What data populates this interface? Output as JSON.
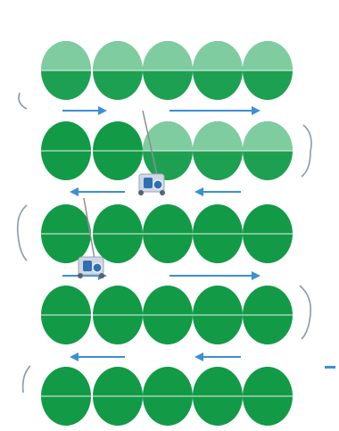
{
  "grid": {
    "rows": [
      {
        "plots": [
          "partial",
          "partial",
          "partial",
          "partial",
          "partial"
        ]
      },
      {
        "plots": [
          "full",
          "full",
          "partial",
          "partial",
          "partial"
        ]
      },
      {
        "plots": [
          "full",
          "full",
          "full",
          "full",
          "full"
        ]
      },
      {
        "plots": [
          "full",
          "full",
          "full",
          "full",
          "full"
        ]
      },
      {
        "plots": [
          "full",
          "full",
          "full",
          "full",
          "full"
        ]
      }
    ]
  },
  "path": {
    "directions": [
      "right",
      "left",
      "right",
      "left"
    ]
  },
  "colors": {
    "full": "#129a47",
    "partial_top": "#7fcca0",
    "partial_bottom": "#1ea052",
    "divider": "#e8f5ec",
    "arrow": "#3b8fd6",
    "bracket": "#8a9aa8",
    "device_body": "#2e6fb5",
    "device_frame": "#cfd8e2"
  },
  "icons": [
    "irrigation-device-icon",
    "irrigation-device-icon"
  ]
}
